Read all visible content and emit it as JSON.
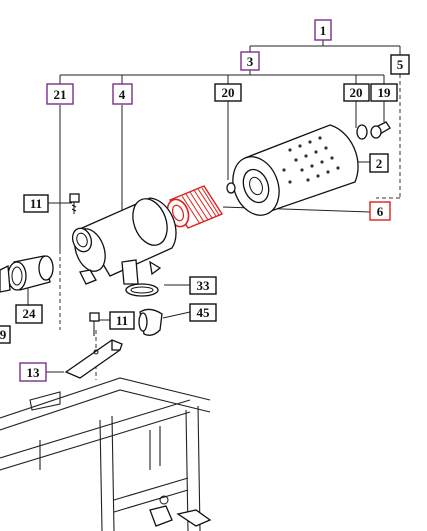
{
  "colors": {
    "ink": "#111111",
    "label_purple": "#7b2d8b",
    "label_black": "#111111",
    "highlight_red": "#e0201c"
  },
  "callouts": {
    "c1": {
      "text": "1"
    },
    "c3": {
      "text": "3"
    },
    "c5": {
      "text": "5"
    },
    "c21": {
      "text": "21"
    },
    "c4": {
      "text": "4"
    },
    "c20a": {
      "text": "20"
    },
    "c20b": {
      "text": "20"
    },
    "c19": {
      "text": "19"
    },
    "c2": {
      "text": "2"
    },
    "c11a": {
      "text": "11"
    },
    "c6": {
      "text": "6"
    },
    "c33": {
      "text": "33"
    },
    "c24": {
      "text": "24"
    },
    "c11b": {
      "text": "11"
    },
    "c45": {
      "text": "45"
    },
    "c9": {
      "text": "9"
    },
    "c13": {
      "text": "13"
    }
  }
}
